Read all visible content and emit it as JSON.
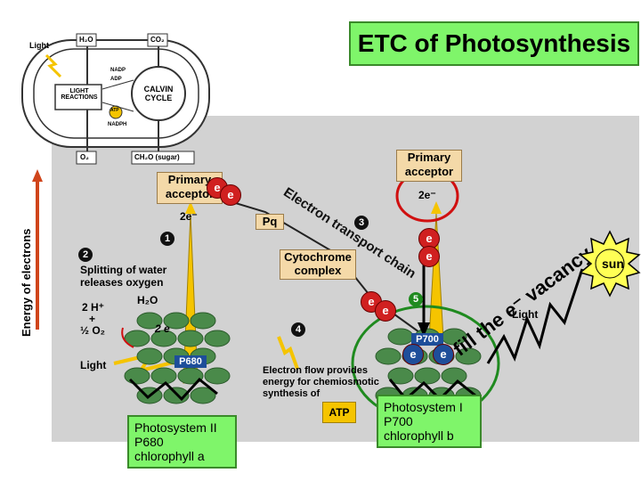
{
  "title": "ETC of Photosynthesis",
  "overview": {
    "light": "Light",
    "h2o": "H₂O",
    "co2": "CO₂",
    "nadp": "NADP",
    "adp": "ADP",
    "light_reactions": "LIGHT REACTIONS",
    "calvin_cycle": "CALVIN CYCLE",
    "atp": "ATP",
    "nadph": "NADPH",
    "o2": "O₂",
    "sugar": "CH₂O (sugar)"
  },
  "axis_label": "Energy of electrons",
  "photosystem2": {
    "primary_acceptor": "Primary acceptor",
    "electron": "e",
    "two_e": "2e⁻",
    "step1": "1",
    "step2": "2",
    "splitting": "Splitting of water releases oxygen",
    "h2o": "H₂O",
    "two_h": "2 H⁺",
    "plus": "+",
    "half_o2": "½ O₂",
    "two_e2": "2 e",
    "light": "Light",
    "p680": "P680",
    "label": "Photosystem II\nP680\n chlorophyll a"
  },
  "etc": {
    "diagonal": "Electron transport chain",
    "pq": "Pq",
    "cytochrome": "Cytochrome complex",
    "step3": "3",
    "step4": "4",
    "step5": "5",
    "flow_text": "Electron flow provides energy for chemiosmotic synthesis of",
    "atp": "ATP",
    "electron": "e"
  },
  "photosystem1": {
    "primary_acceptor": "Primary acceptor",
    "two_e": "2e⁻",
    "electron": "e",
    "p700": "P700",
    "light": "Light",
    "label": "Photosystem I\nP700\n chlorophyll b"
  },
  "annotations": {
    "vacancy": "fill the e⁻ vacancy",
    "sun": "sun"
  },
  "colors": {
    "green_label": "#7ff56a",
    "electron_red": "#d02020",
    "arrow_yellow": "#f5c400",
    "ring_green": "#1f8a1f",
    "ring_red": "#d01010",
    "sun_yellow": "#ffff55"
  }
}
